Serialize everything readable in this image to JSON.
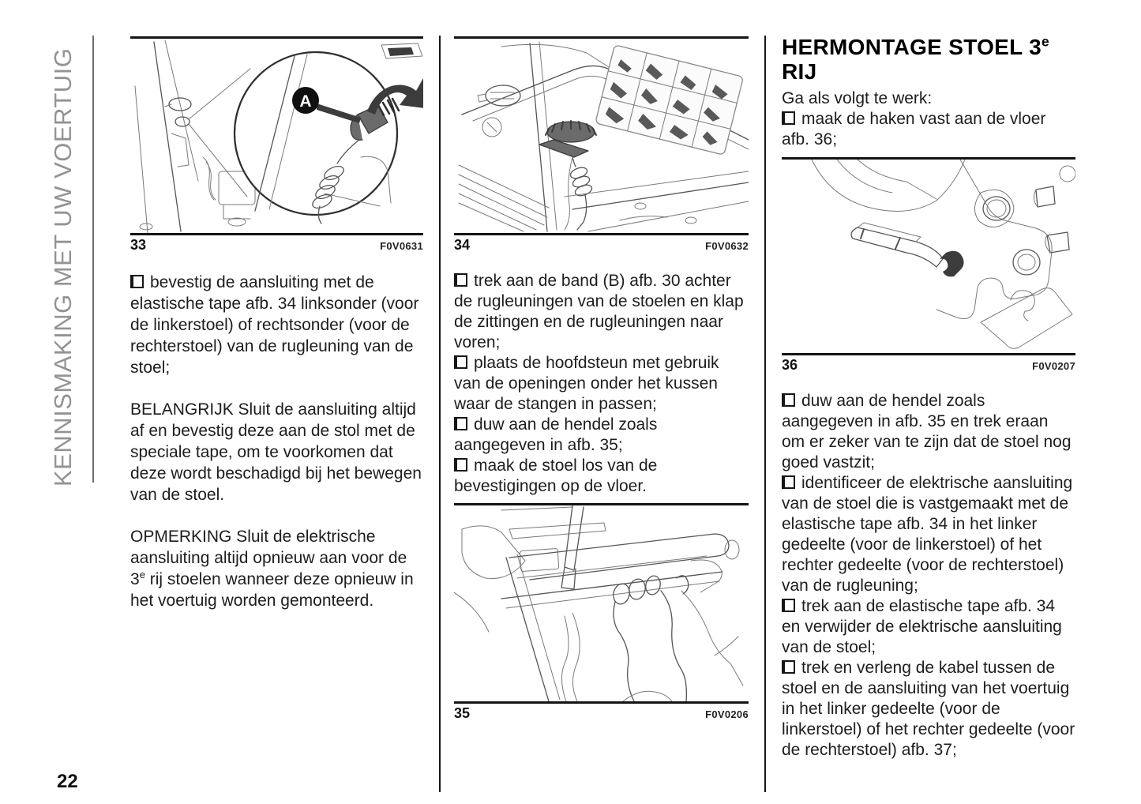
{
  "sidebar": {
    "label": "KENNISMAKING MET UW VOERTUIG"
  },
  "page_number": "22",
  "figures": {
    "fig33": {
      "number": "33",
      "code": "F0V0631",
      "callout": "A"
    },
    "fig34": {
      "number": "34",
      "code": "F0V0632"
    },
    "fig35": {
      "number": "35",
      "code": "F0V0206"
    },
    "fig36": {
      "number": "36",
      "code": "F0V0207"
    }
  },
  "column1": {
    "bullet": "bevestig de aansluiting met de elastische tape afb. 34 linksonder (voor de linkerstoel) of rechtsonder (voor de rechterstoel) van de rugleuning van de stoel;",
    "important": "BELANGRIJK Sluit de aansluiting altijd af en bevestig deze aan de stol met de speciale tape, om te voorkomen dat deze wordt beschadigd bij het bewegen van de stoel.",
    "note": {
      "pre": "OPMERKING Sluit de elektrische aansluiting altijd opnieuw aan voor de 3",
      "sup": "e",
      "post": " rij stoelen wanneer deze opnieuw in het voertuig worden gemonteerd."
    }
  },
  "column2": {
    "bullets": [
      "trek aan de band (B) afb. 30 achter de rugleuningen van de stoelen en klap de zittingen en de rugleuningen naar voren;",
      "plaats de hoofdsteun met gebruik van de openingen onder het kussen waar de stangen in passen;",
      "duw aan de hendel zoals aangegeven in afb. 35;",
      "maak de stoel los van de bevestigingen op de vloer."
    ]
  },
  "column3": {
    "heading": {
      "line1": "HERMONTAGE STOEL 3",
      "sup": "e",
      "line2": "RIJ"
    },
    "intro": "Ga als volgt te werk:",
    "bullet_top": "maak de haken vast aan de vloer afb. 36;",
    "bullets": [
      "duw aan de hendel zoals aangegeven in afb. 35 en trek eraan om er zeker van te zijn dat de stoel nog goed vastzit;",
      "identificeer de elektrische aansluiting van de stoel die is vastgemaakt met de elastische tape afb. 34 in het linker gedeelte (voor de linkerstoel) of het rechter gedeelte (voor de rechterstoel) van de rugleuning;",
      "trek aan de elastische tape afb. 34 en verwijder de elektrische aansluiting van de stoel;",
      "trek en verleng de kabel tussen de stoel en de aansluiting van het voertuig in het linker gedeelte (voor de linkerstoel) of het rechter gedeelte (voor de rechterstoel) afb. 37;"
    ]
  }
}
